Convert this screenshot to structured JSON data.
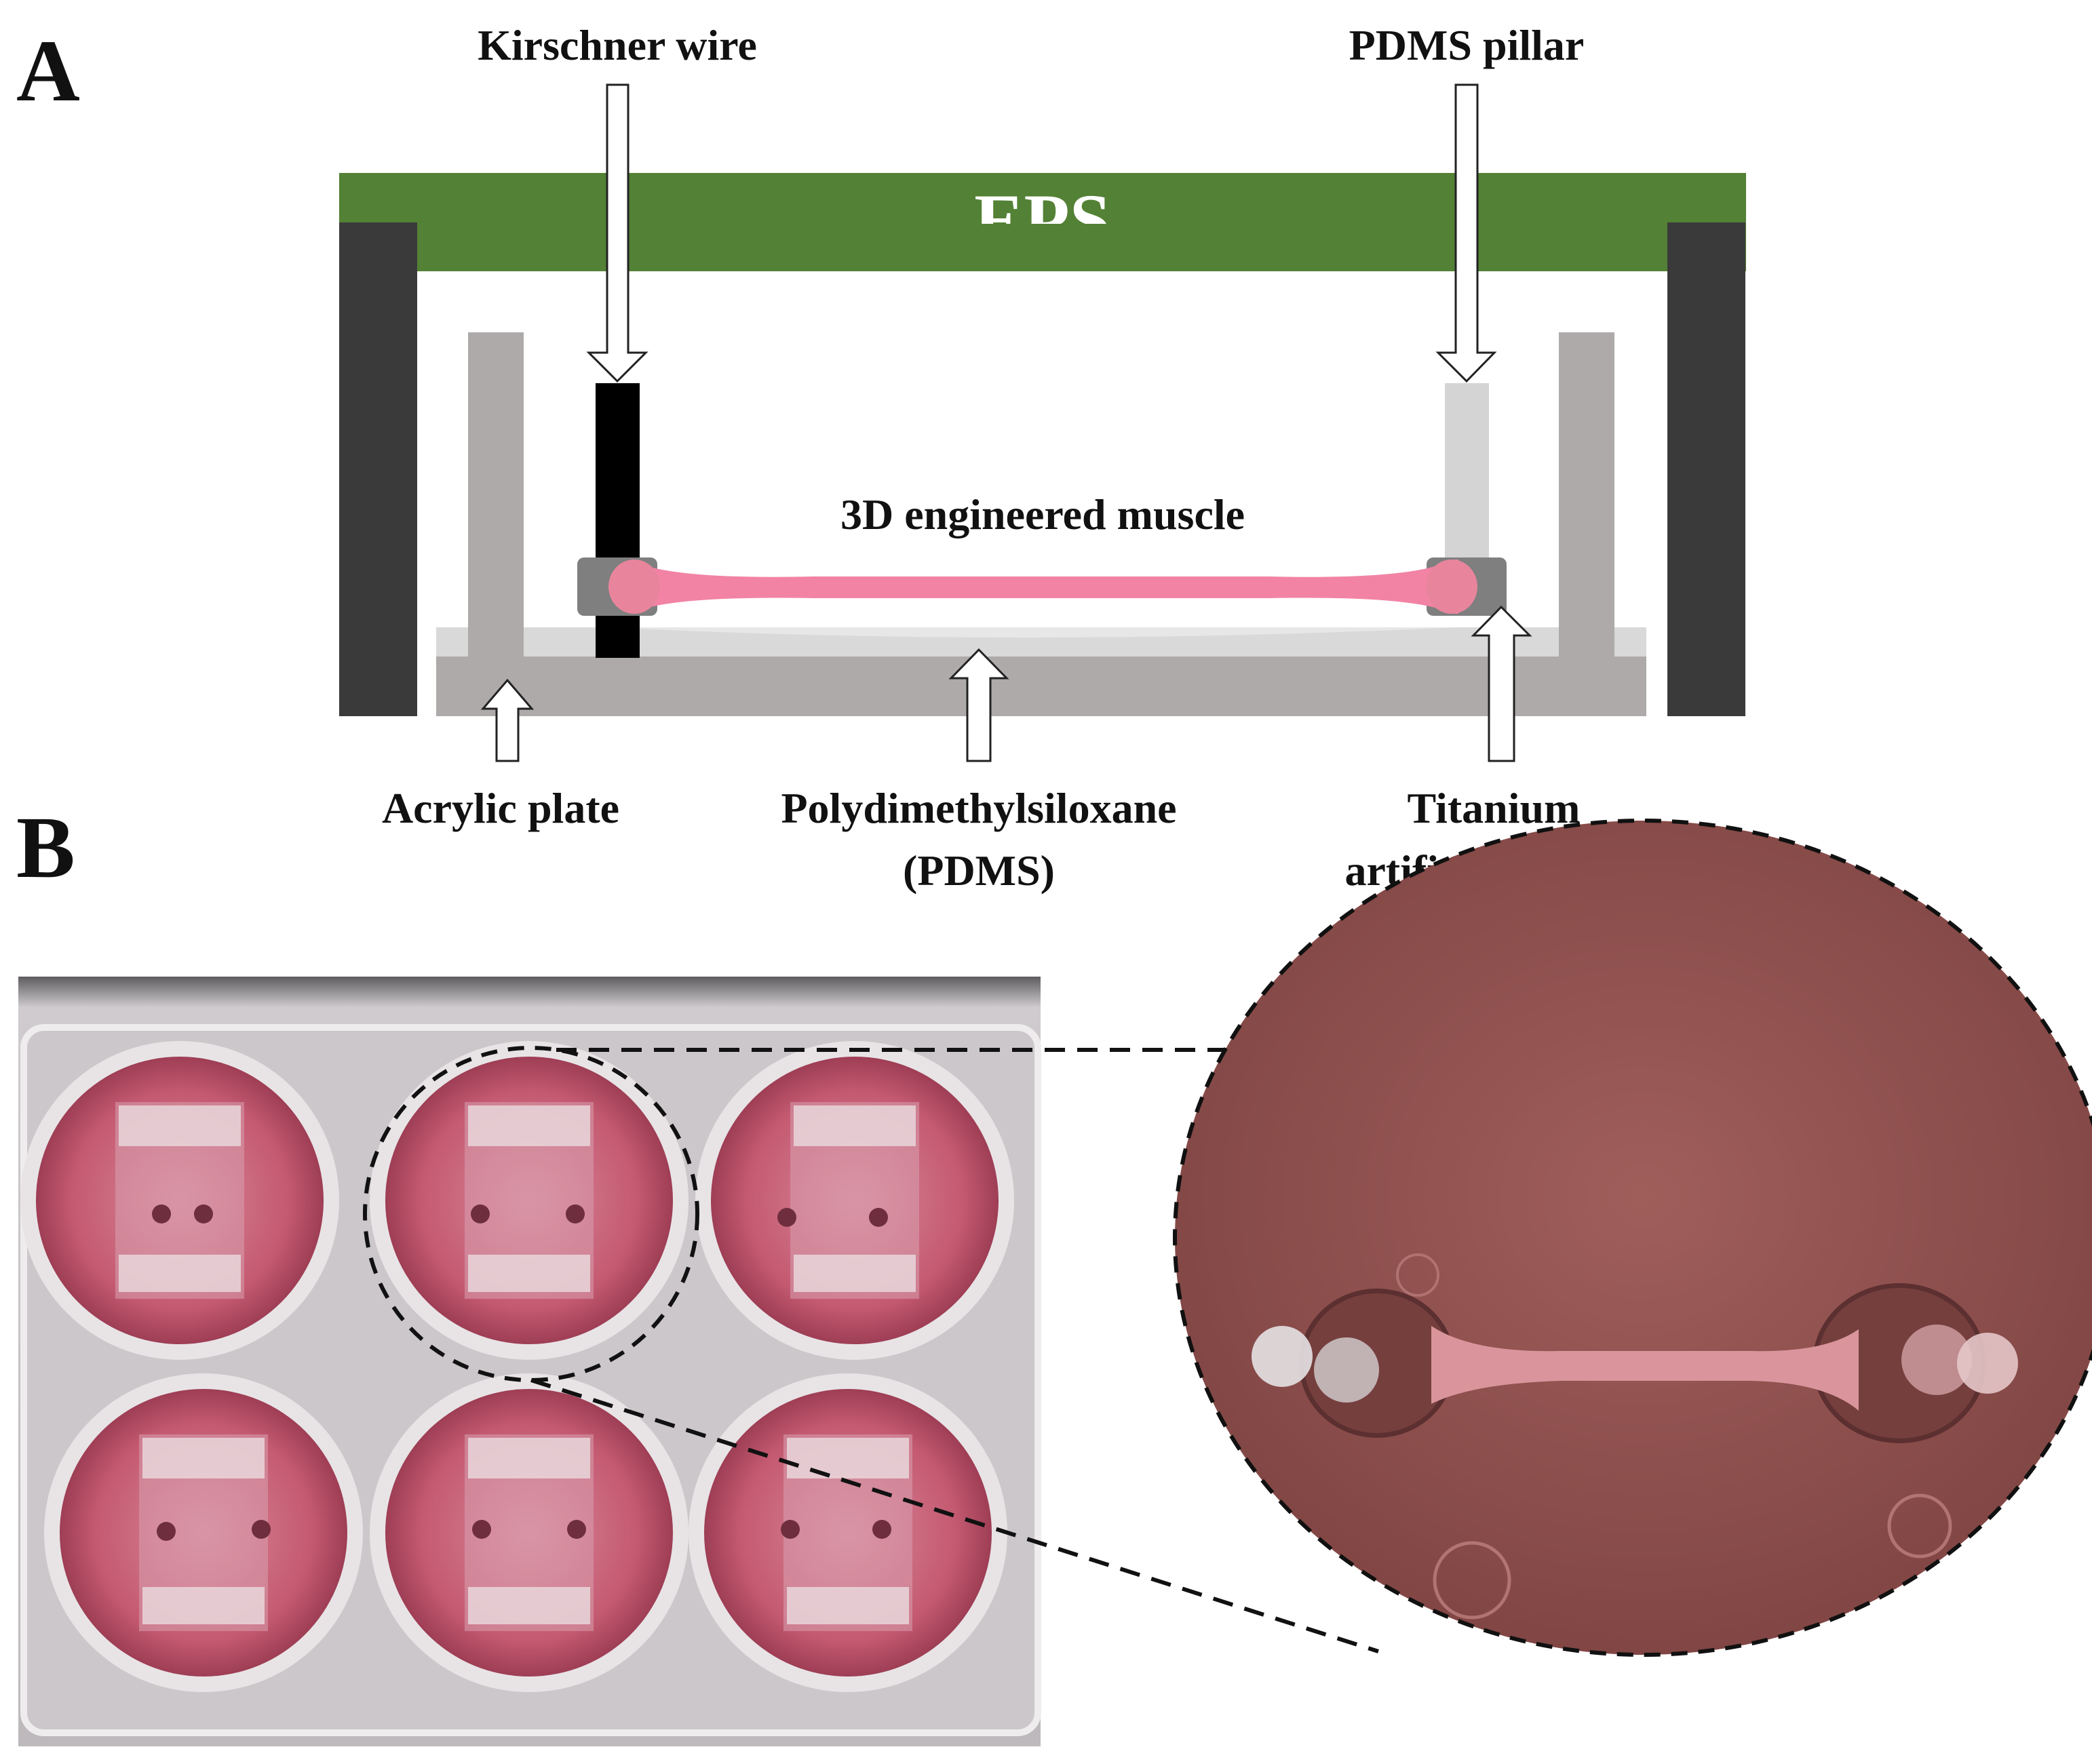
{
  "panel_a": {
    "letter": "A",
    "labels": {
      "eps": "EPS",
      "kirschner_wire": "Kirschner wire",
      "pdms_pillar": "PDMS pillar",
      "engineered_muscle": "3D engineered muscle",
      "acrylic_plate": "Acrylic plate",
      "pdms_line1": "Polydimethylsiloxane",
      "pdms_line2": "(PDMS)",
      "tendon_line1": "Titanium",
      "tendon_line2": "artificial tendon"
    },
    "colors": {
      "eps": "#538135",
      "frame": "#3a3a3a",
      "acrylic": "#aeaaaa",
      "pdms": "#d9d9d9",
      "wire": "#000000",
      "tendon": "#7f7f7f",
      "muscle": "#f283a5"
    }
  },
  "panel_b": {
    "letter": "B",
    "photo_description": "six-well plate photo",
    "colors": {
      "plate": "#c9c6c8",
      "medium": "#c2566d",
      "zoom_background": "#94514f",
      "tissue": "#d9959b"
    }
  }
}
